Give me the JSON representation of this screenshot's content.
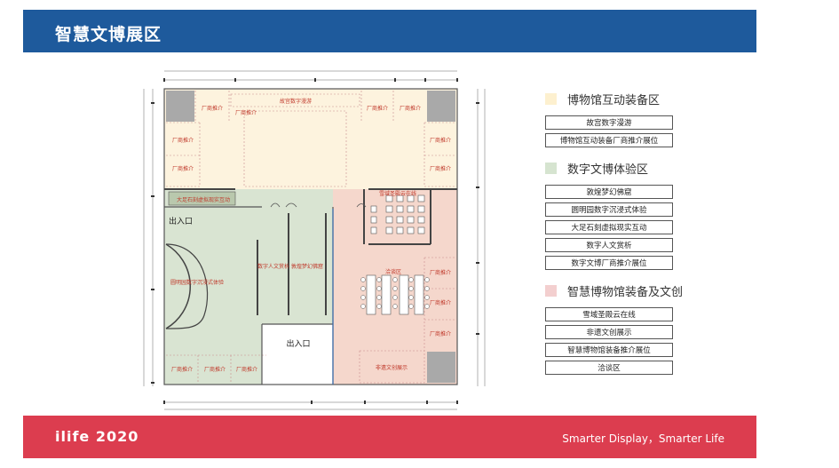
{
  "header": {
    "title": "智慧文博展区",
    "color": "#1e5a9c"
  },
  "footer": {
    "brand": "ilife 2020",
    "slogan": "Smarter Display，Smarter Life",
    "color": "#dc3d4f"
  },
  "plan": {
    "zone_colors": {
      "interactive": "#fdf3de",
      "digital": "#d9e4d2",
      "smart": "#f5d7cc"
    },
    "labels": {
      "palace": "故宫数字漫游",
      "ad_top_1": "厂商推介",
      "ad_top_2": "厂商推介",
      "ad_top_3": "厂商推介",
      "ad_top_4": "厂商推介",
      "ad_left_1": "厂商推介",
      "ad_left_2": "厂商推介",
      "ad_right_1": "厂商推介",
      "ad_right_2": "厂商推介",
      "dazu": "大足石刻虚拟现实互动",
      "entrance_left": "出入口",
      "yuanmingyuan": "圆明园数字沉浸式体验",
      "digital_people": "数字人文赏析",
      "dunhuang": "敦煌梦幻佛窟",
      "xueyu": "雪域圣殿云在线",
      "negotiation": "洽谈区",
      "ad_sr_1": "厂商推介",
      "ad_sr_2": "厂商推介",
      "ad_sr_3": "厂商推介",
      "entrance_bottom": "出入口",
      "feiyi": "非遗文创展示",
      "ad_bottom_1": "厂商推介",
      "ad_bottom_2": "厂商推介",
      "ad_bottom_3": "厂商推介"
    }
  },
  "legend": {
    "categories": [
      {
        "name": "博物馆互动装备区",
        "color": "#fdf0cf",
        "items": [
          "故宫数字漫游",
          "博物馆互动装备厂商推介展位"
        ]
      },
      {
        "name": "数字文博体验区",
        "color": "#d6e4d0",
        "items": [
          "敦煌梦幻佛窟",
          "圆明园数字沉浸式体验",
          "大足石刻虚拟现实互动",
          "数字人文赏析",
          "数字文博厂商推介展位"
        ]
      },
      {
        "name": "智慧博物馆装备及文创",
        "color": "#f3cfcf",
        "items": [
          "雪域圣殿云在线",
          "非遗文创展示",
          "智慧博物馆装备推介展位",
          "洽谈区"
        ]
      }
    ]
  }
}
